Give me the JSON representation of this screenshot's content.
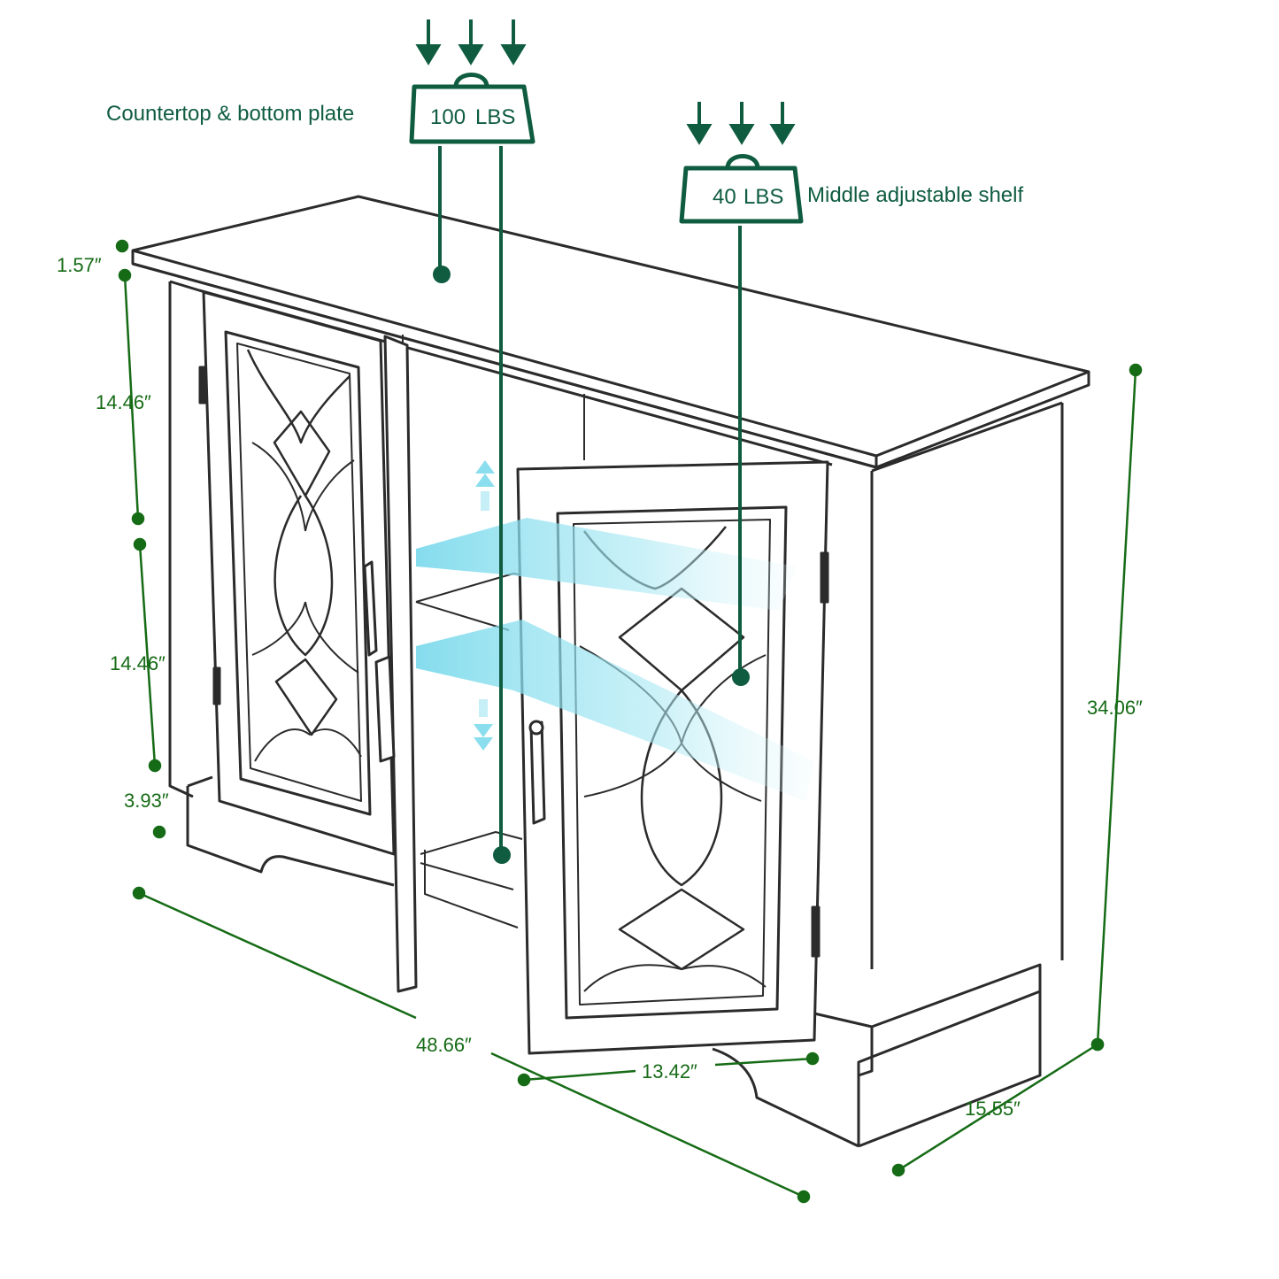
{
  "labels": {
    "countertop": "Countertop & bottom plate",
    "middle_shelf": "Middle adjustable shelf"
  },
  "weights": {
    "top": {
      "value": "100",
      "unit": "LBS"
    },
    "shelf": {
      "value": "40",
      "unit": "LBS"
    }
  },
  "dimensions": {
    "top_thickness": "1.57″",
    "upper_section": "14.46″",
    "lower_section": "14.46″",
    "base": "3.93″",
    "total_height": "34.06″",
    "width": "48.66″",
    "door_width": "13.42″",
    "depth": "15.55″"
  },
  "colors": {
    "label": "#0f5c40",
    "dimension": "#166b16",
    "outline": "#2b2b2b",
    "shelf_glow": "#6fd6ea"
  }
}
